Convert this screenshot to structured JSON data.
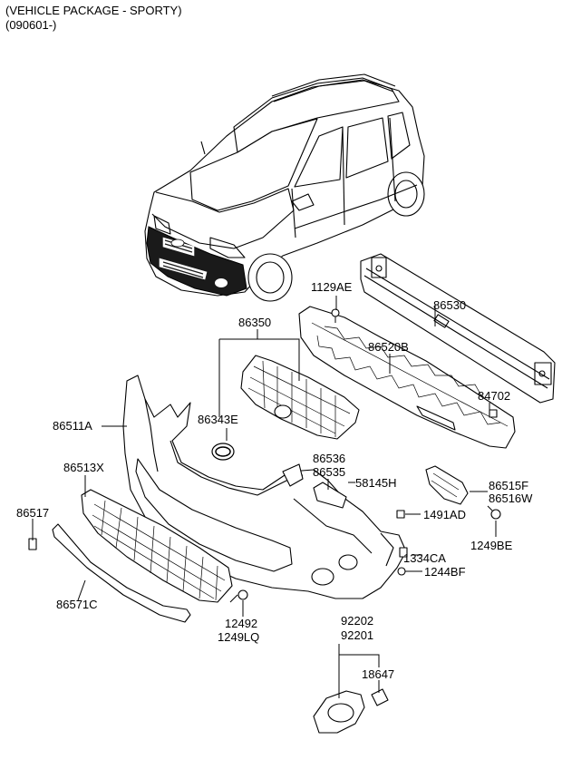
{
  "header": {
    "line1": "(VEHICLE PACKAGE - SPORTY)",
    "line2": "(090601-)"
  },
  "parts": {
    "p1129AE": "1129AE",
    "p86530": "86530",
    "p86350": "86350",
    "p86520B": "86520B",
    "p84702": "84702",
    "p86343E": "86343E",
    "p86511A": "86511A",
    "p86536": "86536",
    "p86535": "86535",
    "p58145H": "58145H",
    "p86513X": "86513X",
    "p86515F": "86515F",
    "p86516W": "86516W",
    "p86517": "86517",
    "p1491AD": "1491AD",
    "p1249BE": "1249BE",
    "p1334CA": "1334CA",
    "p1244BF": "1244BF",
    "p86571C": "86571C",
    "p92202": "92202",
    "p92201": "92201",
    "p12492": "12492",
    "p1249LQ": "1249LQ",
    "p18647": "18647"
  }
}
